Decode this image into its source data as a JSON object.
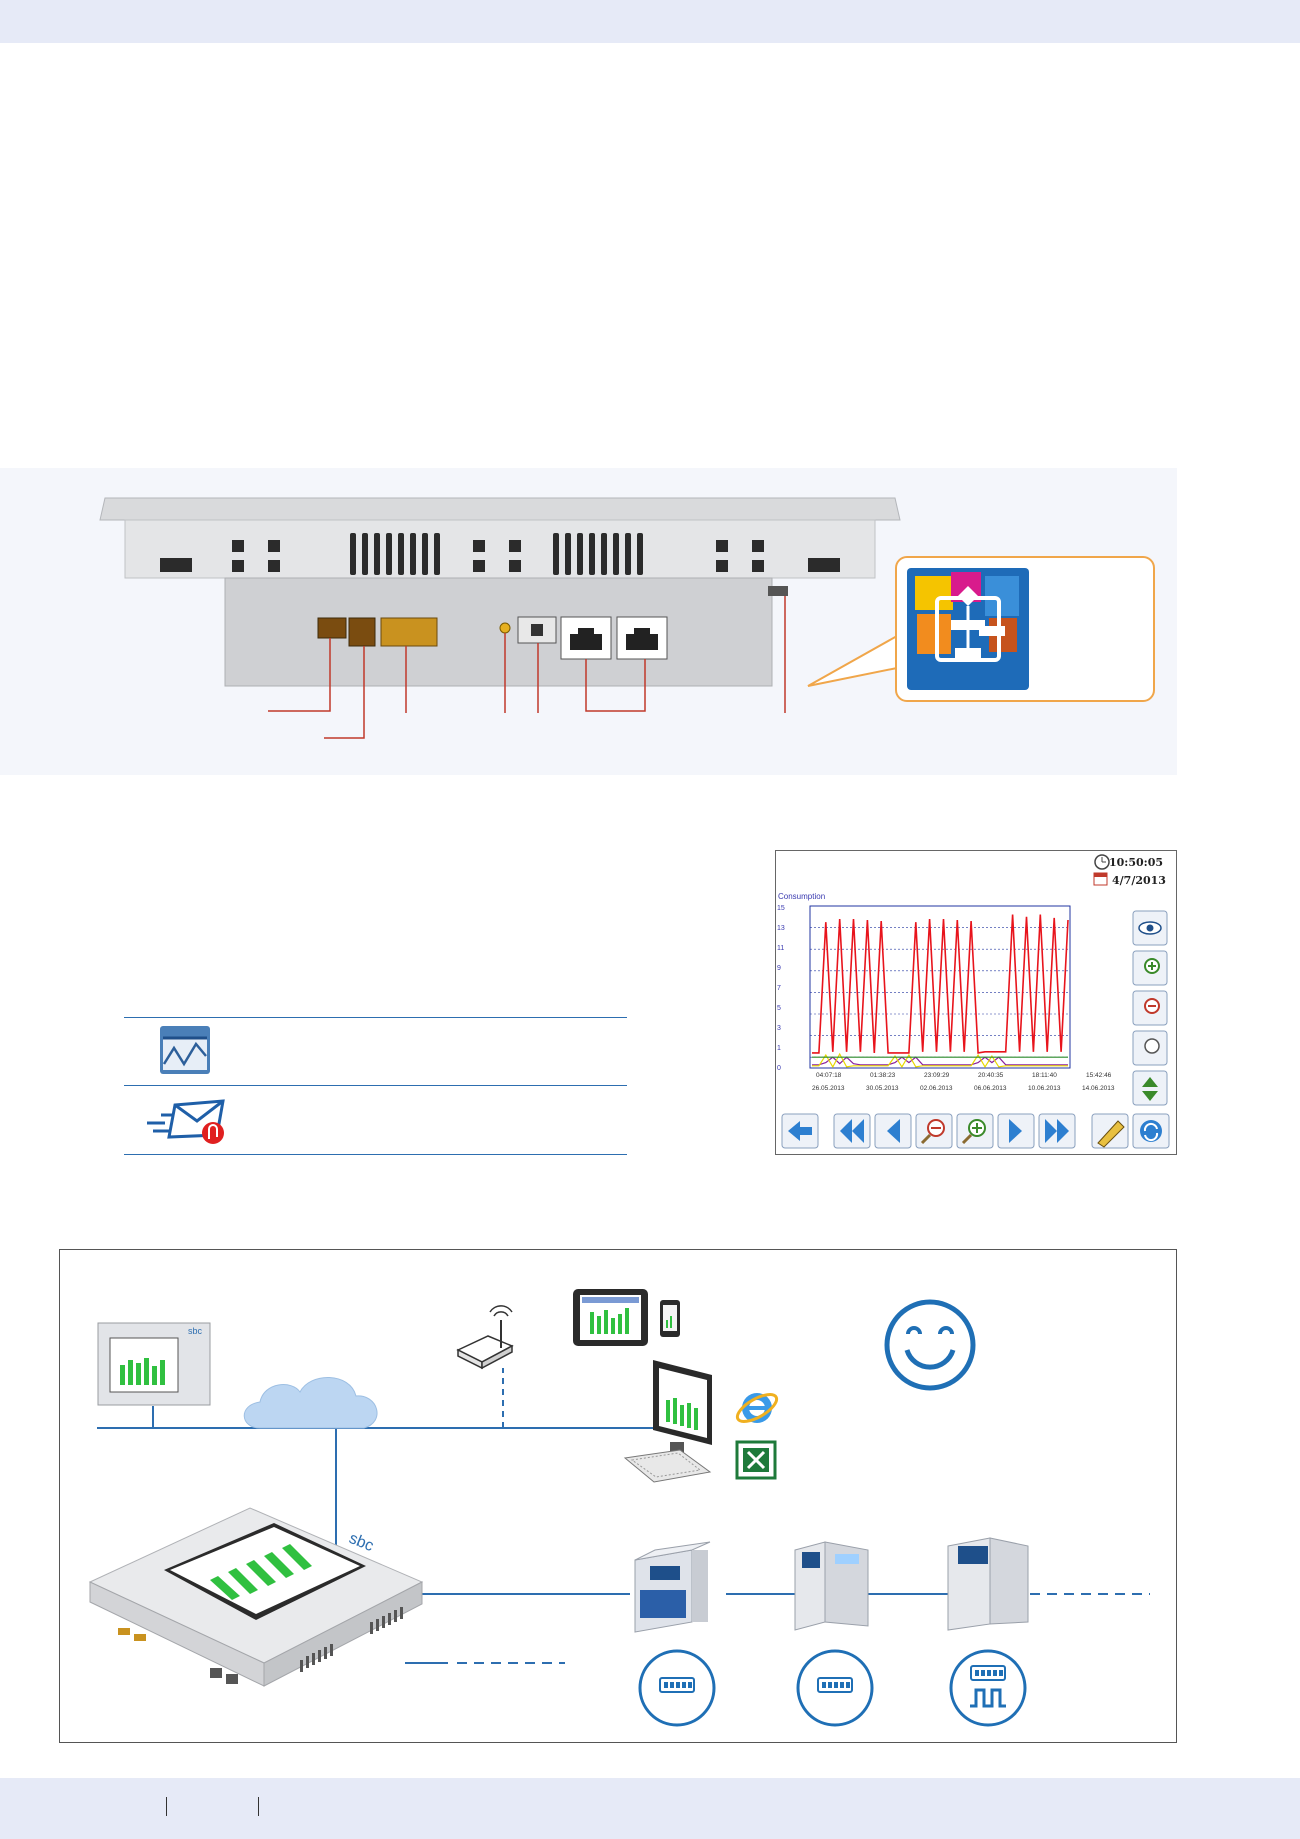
{
  "trend_screen": {
    "chart_title": "Consumption",
    "clock_time": "10:50:05",
    "clock_date": "4/7/2013",
    "y_ticks": [
      "15",
      "13",
      "11",
      "9",
      "7",
      "5",
      "3",
      "1",
      "0"
    ],
    "x_times": [
      "04:07:18",
      "01:38:23",
      "23:09:29",
      "20:40:35",
      "18:11:40",
      "15:42:46"
    ],
    "x_dates": [
      "26.05.2013",
      "30.05.2013",
      "02.06.2013",
      "06.06.2013",
      "10.06.2013",
      "14.06.2013"
    ],
    "side_buttons": [
      "eye-icon",
      "zoom-in-vertical-icon",
      "zoom-out-vertical-icon",
      "reset-scale-icon",
      "scroll-vertical-icon"
    ],
    "bottom_buttons": [
      "back-arrow-icon",
      "rewind-icon",
      "step-back-icon",
      "zoom-out-icon",
      "zoom-in-icon",
      "step-forward-icon",
      "fast-forward-icon",
      "edit-icon",
      "refresh-icon"
    ],
    "colors": {
      "series_main": "#e8141c",
      "series_purple": "#8a1f9c",
      "series_yellow": "#e8d900",
      "series_green": "#2a8a2a",
      "gridline": "#2234a0"
    }
  },
  "chart_data": {
    "type": "line",
    "title": "Consumption",
    "xlabel": "",
    "ylabel": "",
    "ylim": [
      0,
      15
    ],
    "x_tick_labels": [
      "04:07:18 26.05.2013",
      "01:38:23 30.05.2013",
      "23:09:29 02.06.2013",
      "20:40:35 06.06.2013",
      "18:11:40 10.06.2013",
      "15:42:46 14.06.2013"
    ],
    "series": [
      {
        "values": [
          1.4,
          1.4,
          13.5,
          1.5,
          13.8,
          1.5,
          13.8,
          1.5,
          13.7,
          1.4,
          13.6,
          1.4,
          1.4,
          1.4,
          1.4,
          13.5,
          1.5,
          13.8,
          1.5,
          13.8,
          1.5,
          13.7,
          1.5,
          13.6,
          1.4,
          1.5,
          1.5,
          1.5,
          1.5,
          14.2,
          1.5,
          14.0,
          1.5,
          14.2,
          1.5,
          13.9,
          1.5,
          13.7
        ]
      },
      {
        "values": [
          0.3,
          0.3,
          0.5,
          1.0,
          0.4,
          1.0,
          0.4,
          0.3,
          0.3,
          0.3,
          0.3,
          0.3,
          0.5,
          1.0,
          0.5,
          1.0,
          0.3,
          0.3,
          0.3,
          0.3,
          0.3,
          0.3,
          0.3,
          0.3,
          0.5,
          1.0,
          0.5,
          1.0,
          0.3,
          0.3,
          0.3,
          0.3,
          0.3,
          0.3,
          0.3,
          0.3,
          0.3,
          0.3
        ]
      },
      {
        "values": [
          0.2,
          0.2,
          1.2,
          0.1,
          1.3,
          0.1,
          0.2,
          0.2,
          0.2,
          0.2,
          0.2,
          0.2,
          1.1,
          0.1,
          1.2,
          0.1,
          0.2,
          0.2,
          0.2,
          0.2,
          0.2,
          0.2,
          0.2,
          0.2,
          1.2,
          0.1,
          1.1,
          0.1,
          0.2,
          0.2,
          0.2,
          0.2,
          0.2,
          0.2,
          0.2,
          0.2,
          0.2,
          0.2
        ]
      },
      {
        "values": [
          1.0,
          1.0,
          1.0,
          1.0,
          1.0,
          1.0,
          1.0,
          1.0,
          1.0,
          1.0,
          1.0,
          1.0,
          1.0,
          1.0,
          1.0,
          1.0,
          1.0,
          1.0,
          1.0,
          1.0,
          1.0,
          1.0,
          1.0,
          1.0,
          1.0,
          1.0,
          1.0,
          1.0,
          1.0,
          1.0,
          1.0,
          1.0,
          1.0,
          1.0,
          1.0,
          1.0,
          1.0,
          1.0
        ]
      }
    ],
    "grid": true
  },
  "hmi_logo": "sbc",
  "colors": {
    "brand_blue": "#2d6eb0",
    "callout_orange": "#f0a64a",
    "connector_red": "#c0392b",
    "band": "#e6eaf7",
    "smiley": "#1f6fb5"
  },
  "icons": {
    "trend": "trend-icon",
    "email": "email-attachment-icon",
    "flowchart": "fupla-flowchart-icon",
    "cloud": "cloud-icon",
    "router": "wireless-router-icon",
    "tablet": "tablet-icon",
    "phone": "smartphone-icon",
    "pc": "desktop-pc-icon",
    "browser": "internet-explorer-icon",
    "excel": "excel-icon",
    "smiley": "smiley-icon",
    "meter": "energy-meter-icon",
    "pulse": "pulse-counter-icon"
  }
}
